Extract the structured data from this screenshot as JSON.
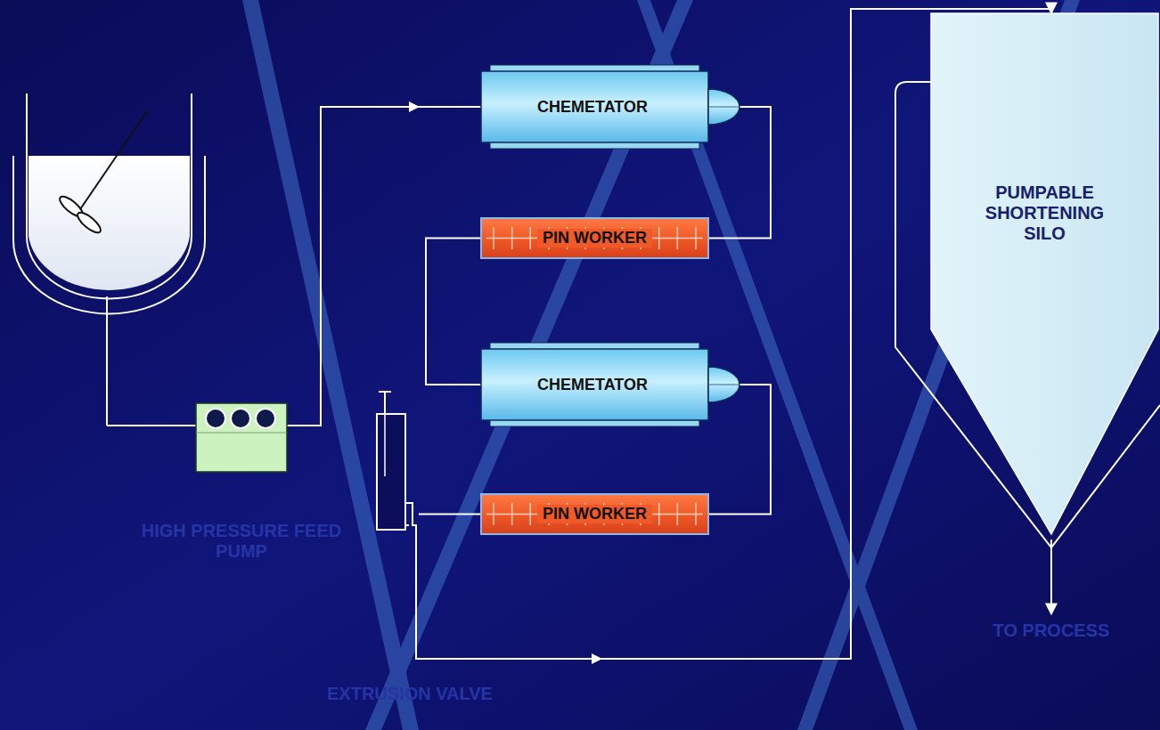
{
  "diagram": {
    "nodes": [
      {
        "text": [
          "HIGH PRESSURE FEED PUMP"
        ]
      },
      {
        "text": [
          "CHEMETATOR"
        ]
      },
      {
        "text": [
          "PIN WORKER"
        ]
      },
      {
        "text": [
          "CHEMETATOR"
        ]
      },
      {
        "text": [
          "PIN WORKER"
        ]
      },
      {
        "text": [
          "EXTRUSION VALVE"
        ]
      },
      {
        "text": [
          "PUMPABLE SHORTENING SILO"
        ]
      }
    ],
    "edges": [
      {
        "from": 0,
        "to": 1,
        "arrow": "to"
      },
      {
        "from": 1,
        "to": 2,
        "arrow": "none"
      },
      {
        "from": 2,
        "to": 3,
        "arrow": "none"
      },
      {
        "from": 3,
        "to": 4,
        "arrow": "none"
      },
      {
        "from": 4,
        "to": 5,
        "arrow": "none"
      },
      {
        "from": 5,
        "to": 6,
        "arrow": "to"
      }
    ],
    "labels": [
      "TO PROCESS"
    ]
  }
}
